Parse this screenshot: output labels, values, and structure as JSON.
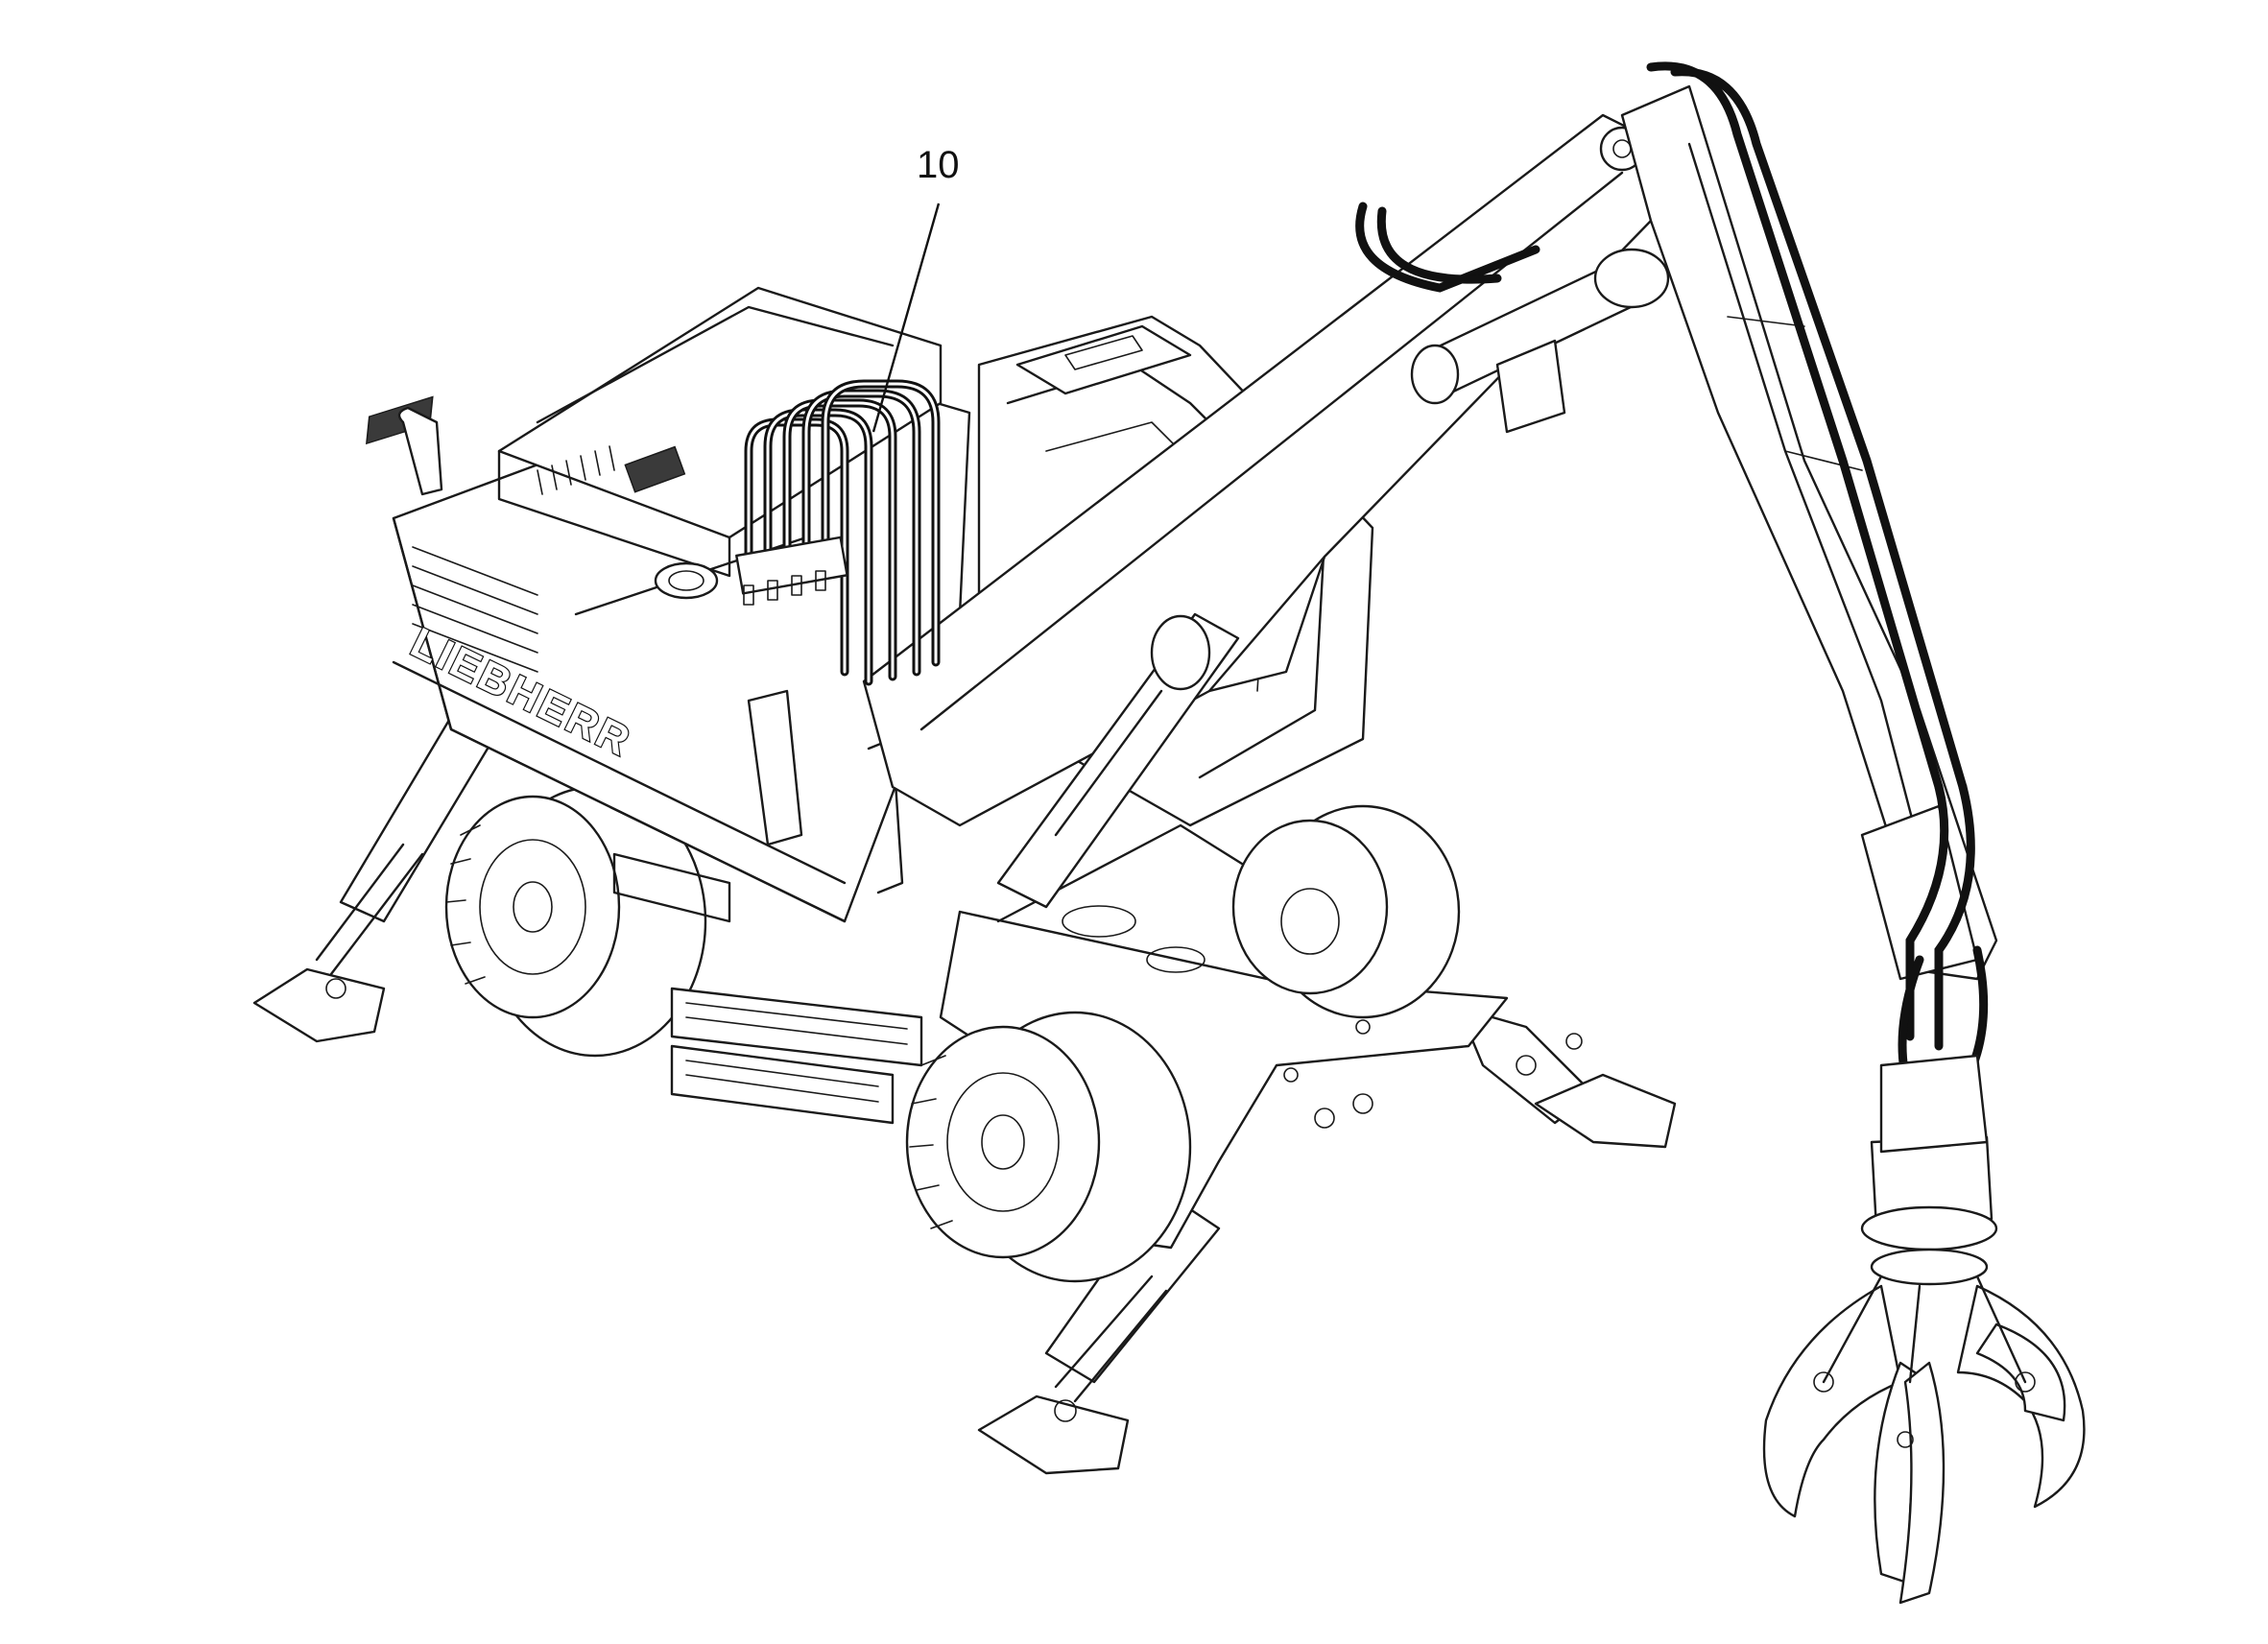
{
  "diagram": {
    "brand_label": "LIEBHERR",
    "callouts": [
      {
        "id": "10",
        "label": "10",
        "target": "hydraulic-hose-bundle"
      }
    ],
    "colors": {
      "line": "#1a1a1a",
      "background": "#ffffff"
    }
  }
}
